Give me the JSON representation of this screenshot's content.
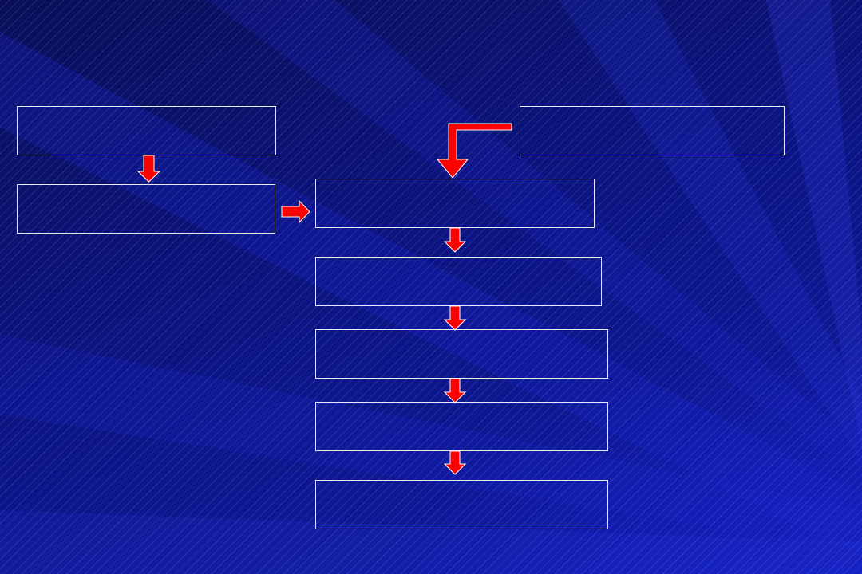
{
  "colors": {
    "background": "#0c1480",
    "box_border": "#e8e8f0",
    "arrow_fill": "#ff0000",
    "arrow_edge": "#ffffff"
  },
  "flowchart": {
    "boxes": [
      {
        "id": "box1",
        "text": ""
      },
      {
        "id": "box2",
        "text": ""
      },
      {
        "id": "box3",
        "text": ""
      },
      {
        "id": "box4",
        "text": ""
      },
      {
        "id": "box5",
        "text": ""
      },
      {
        "id": "box6",
        "text": ""
      },
      {
        "id": "box7",
        "text": ""
      },
      {
        "id": "box8",
        "text": ""
      }
    ],
    "arrows": [
      {
        "from": "box1",
        "to": "box2",
        "direction": "down"
      },
      {
        "from": "box2",
        "to": "box4",
        "direction": "right"
      },
      {
        "from": "box3",
        "to": "box4",
        "direction": "elbow-left-down"
      },
      {
        "from": "box4",
        "to": "box5",
        "direction": "down"
      },
      {
        "from": "box5",
        "to": "box6",
        "direction": "down"
      },
      {
        "from": "box6",
        "to": "box7",
        "direction": "down"
      },
      {
        "from": "box7",
        "to": "box8",
        "direction": "down"
      }
    ]
  }
}
